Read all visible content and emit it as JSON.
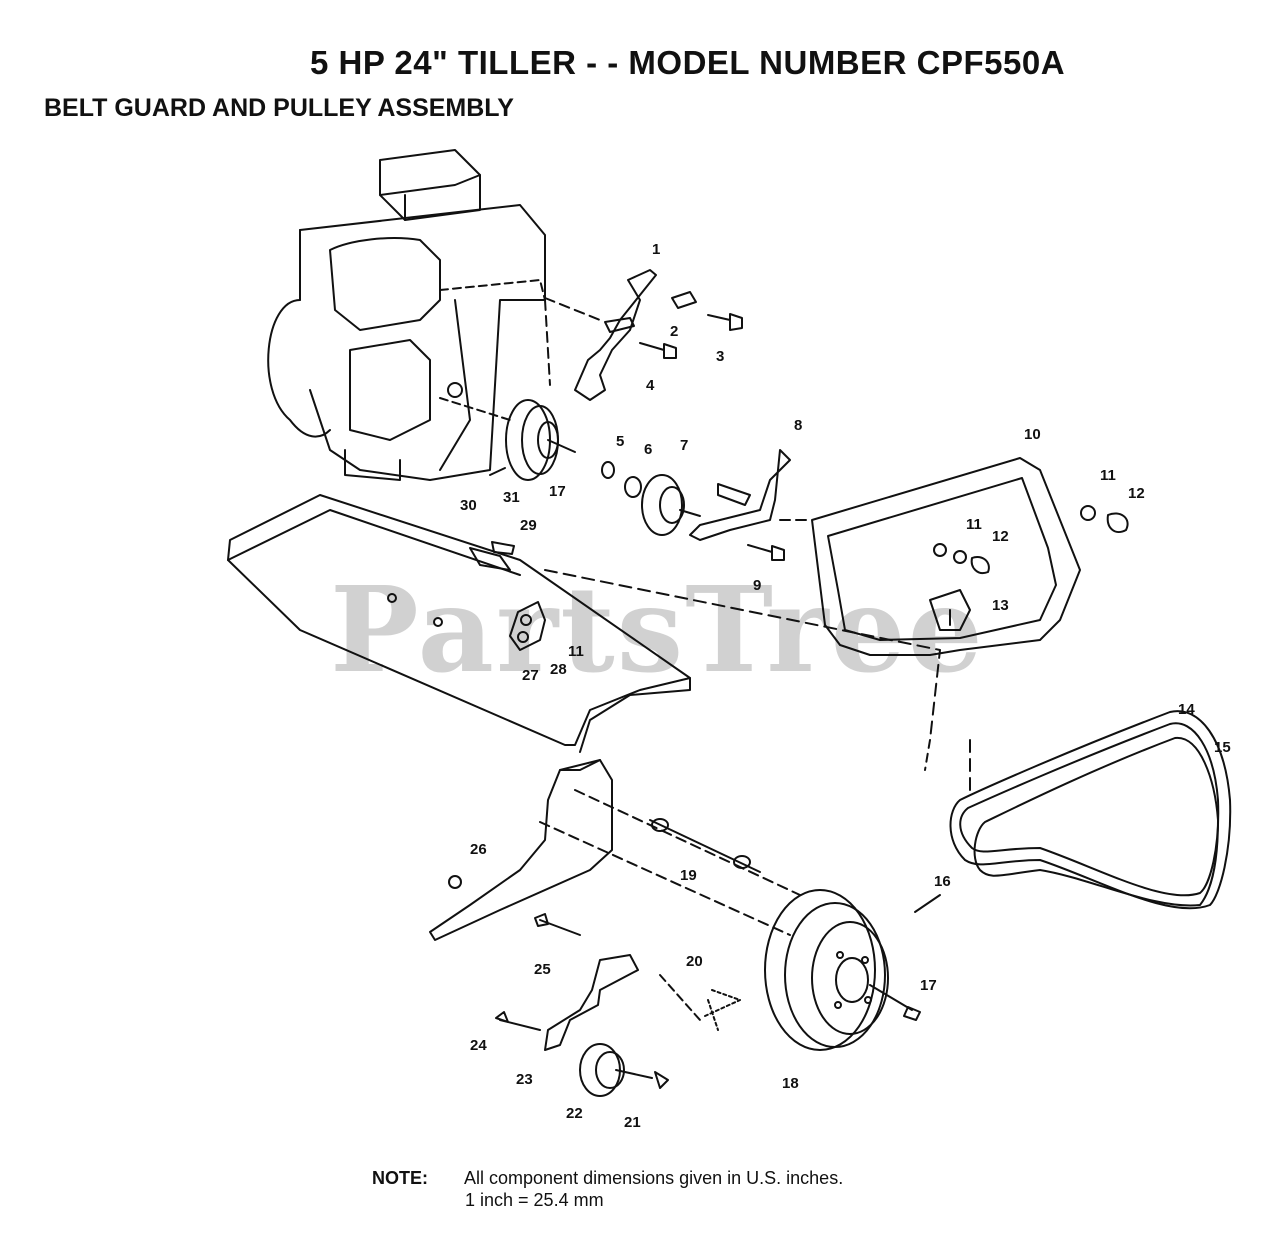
{
  "header": {
    "title": "5 HP  24\" TILLER - - MODEL NUMBER CPF550A",
    "subtitle": "BELT GUARD AND PULLEY ASSEMBLY"
  },
  "watermark": "PartsTree",
  "callouts": [
    "1",
    "2",
    "3",
    "4",
    "5",
    "6",
    "7",
    "8",
    "9",
    "10",
    "11",
    "12",
    "11",
    "12",
    "13",
    "14",
    "15",
    "16",
    "17",
    "17",
    "18",
    "19",
    "20",
    "21",
    "22",
    "23",
    "24",
    "25",
    "26",
    "27",
    "28",
    "11",
    "29",
    "30",
    "31"
  ],
  "note": {
    "label": "NOTE:",
    "line1": "All component dimensions given in U.S. inches.",
    "line2": "1 inch = 25.4 mm"
  }
}
